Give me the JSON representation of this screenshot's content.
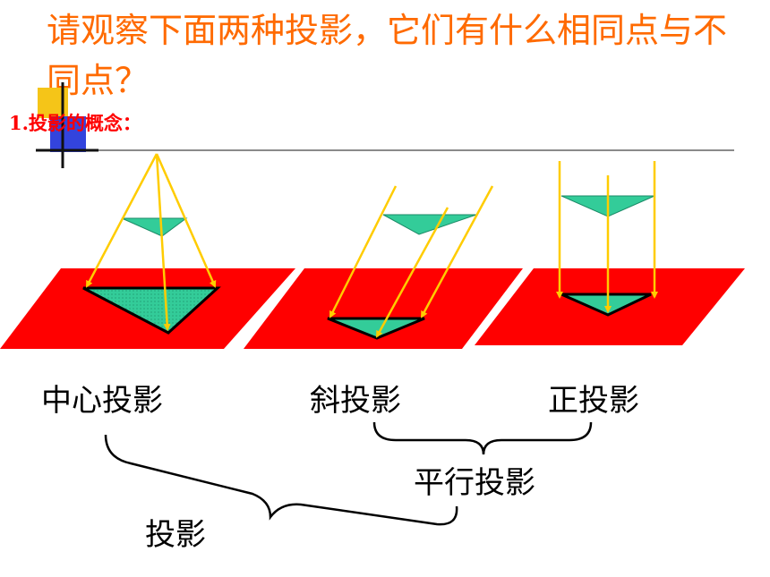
{
  "title": "请观察下面两种投影，它们有什么相同点与不同点？",
  "section_heading": "1.投影的概念：",
  "labels": {
    "central": "中心投影",
    "oblique": "斜投影",
    "orthographic": "正投影",
    "parallel": "平行投影",
    "projection": "投影"
  },
  "colors": {
    "title": "#ff6a00",
    "heading": "#ff0000",
    "plane": "#ff0000",
    "shape": "#33cc99",
    "ray": "#ffcc00",
    "deco_yellow": "#f5c518",
    "deco_blue": "#3344dd"
  }
}
